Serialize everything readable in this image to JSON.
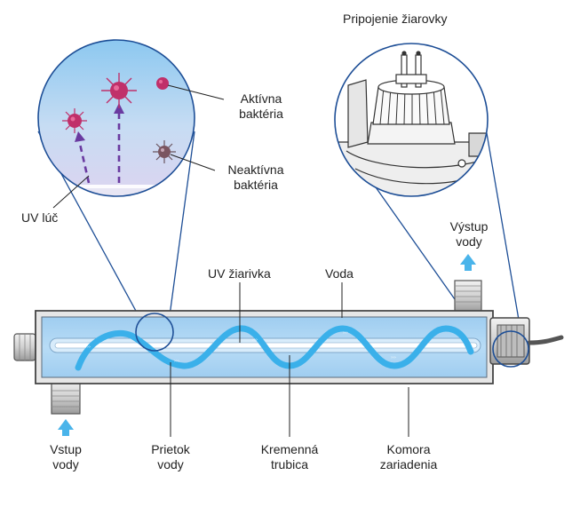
{
  "labels": {
    "bulb_connection": "Pripojenie žiarovky",
    "active_bacteria": [
      "Aktívna",
      "baktéria"
    ],
    "inactive_bacteria": [
      "Neaktívna",
      "baktéria"
    ],
    "uv_ray": "UV lúč",
    "water_outlet": [
      "Výstup",
      "vody"
    ],
    "uv_lamp": "UV žiarivka",
    "water": "Voda",
    "water_inlet": [
      "Vstup",
      "vody"
    ],
    "water_flow": [
      "Prietok",
      "vody"
    ],
    "quartz_sleeve": [
      "Kremenná",
      "trubica"
    ],
    "device_chamber": [
      "Komora",
      "zariadenia"
    ]
  },
  "colors": {
    "flow_arrow": "#4ab4ea",
    "water_fill": "#a9d4f2",
    "callout_line": "#1d4e96",
    "chamber_outline": "#444444",
    "bacteria_active": "#c0306a",
    "bacteria_inactive": "#7a5560",
    "uv_ray": "#6a3aa0"
  }
}
